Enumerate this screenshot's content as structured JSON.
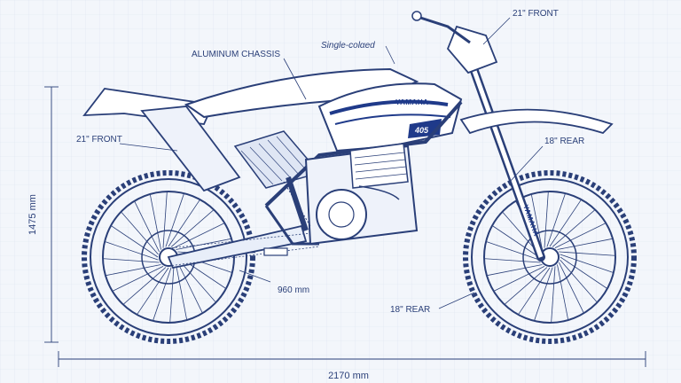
{
  "labels": {
    "front_wheel_top": "21\" FRONT",
    "chassis": "ALUMINUM CHASSIS",
    "cooling": "Single-colαed",
    "rear_wheel_left": "21\" FRONT",
    "rear_front_right": "18\" REAR",
    "seat_height": "960 mm",
    "rear_bottom": "18\" REAR"
  },
  "dimensions": {
    "height": "1475 mm",
    "length": "2170 mm"
  },
  "branding": {
    "tank_logo": "YAMAHA",
    "model_number": "405",
    "fork_text": "YAMAHA"
  },
  "colors": {
    "line": "#2a3f78",
    "grid": "#d9e2f1",
    "accent": "#1f3a8a",
    "background": "#f3f6fb"
  }
}
